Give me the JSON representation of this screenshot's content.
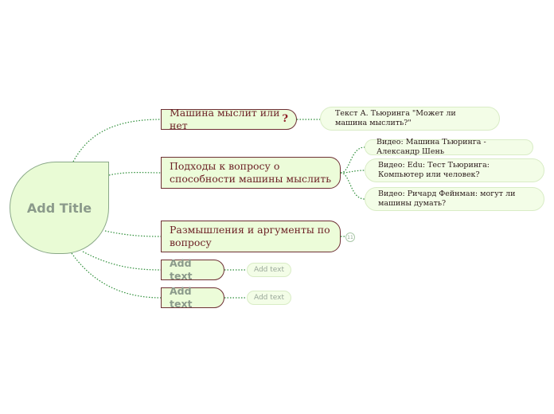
{
  "root": {
    "title": "Add Title"
  },
  "branches": [
    {
      "label": "Машина мыслит или нет",
      "suffix": "?"
    },
    {
      "label": "Подходы к вопросу о способности машины мыслить"
    },
    {
      "label": "Размышления и аргументы по вопросу",
      "collapsed_count": "11"
    },
    {
      "label": "Add text"
    },
    {
      "label": "Add text"
    }
  ],
  "subtopics": [
    {
      "text": "Текст А. Тьюринга \"Может ли машина мыслить?\""
    },
    {
      "text": "Видео: Машина Тьюринга - Александр Шень"
    },
    {
      "text": "Видео: Edu: Тест Тьюринга: Компьютер или человек?"
    },
    {
      "text": "Видео: Ричард Фейнман: могут ли машины думать?"
    },
    {
      "text": "Add text"
    },
    {
      "text": "Add text"
    }
  ]
}
